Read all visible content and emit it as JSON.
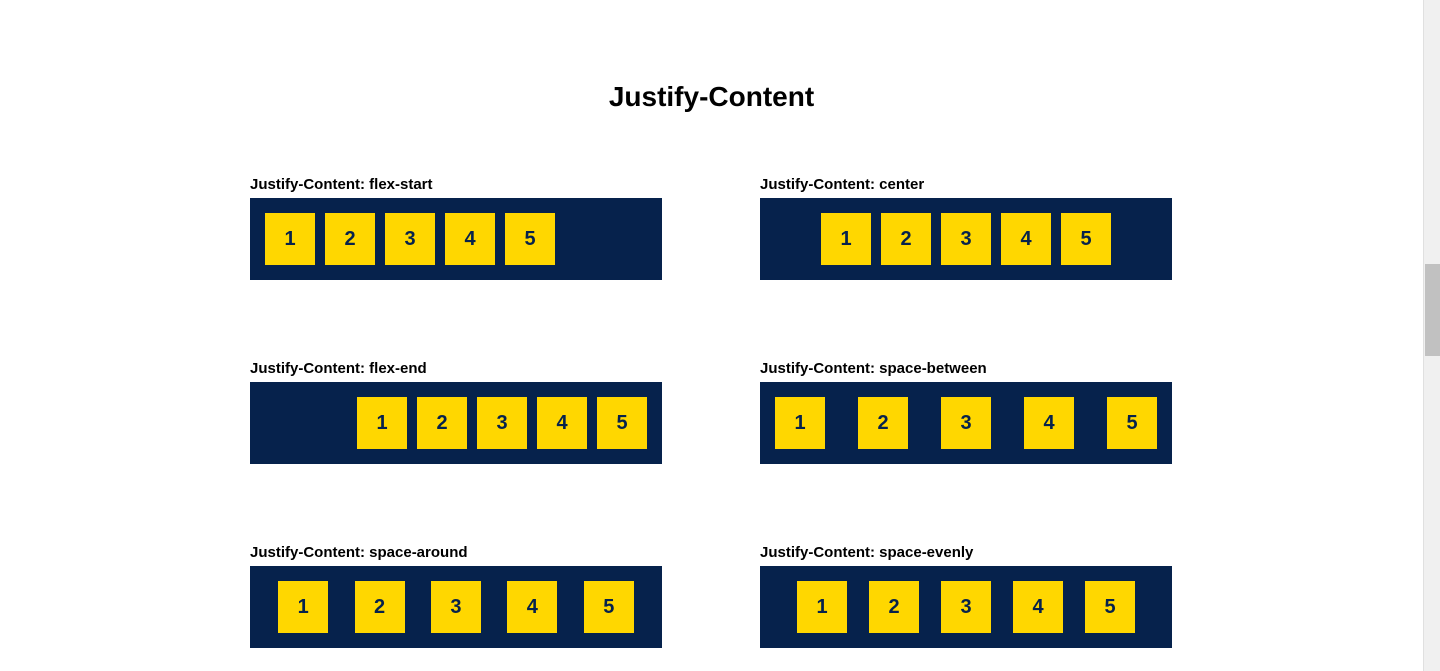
{
  "page": {
    "title": "Justify-Content",
    "background_color": "#ffffff"
  },
  "theme": {
    "container_color": "#06224C",
    "item_color": "#FFD700",
    "item_text_color": "#06224C",
    "label_color": "#000000"
  },
  "demos": [
    {
      "label": "Justify-Content: flex-start",
      "value": "flex-start",
      "items": [
        "1",
        "2",
        "3",
        "4",
        "5"
      ]
    },
    {
      "label": "Justify-Content: center",
      "value": "center",
      "items": [
        "1",
        "2",
        "3",
        "4",
        "5"
      ]
    },
    {
      "label": "Justify-Content: flex-end",
      "value": "flex-end",
      "items": [
        "1",
        "2",
        "3",
        "4",
        "5"
      ]
    },
    {
      "label": "Justify-Content: space-between",
      "value": "space-between",
      "items": [
        "1",
        "2",
        "3",
        "4",
        "5"
      ]
    },
    {
      "label": "Justify-Content: space-around",
      "value": "space-around",
      "items": [
        "1",
        "2",
        "3",
        "4",
        "5"
      ]
    },
    {
      "label": "Justify-Content: space-evenly",
      "value": "space-evenly",
      "items": [
        "1",
        "2",
        "3",
        "4",
        "5"
      ]
    }
  ],
  "scrollbar": {
    "orientation": "vertical",
    "track_color": "#F0F0F0",
    "thumb_color": "#C1C1C1"
  }
}
